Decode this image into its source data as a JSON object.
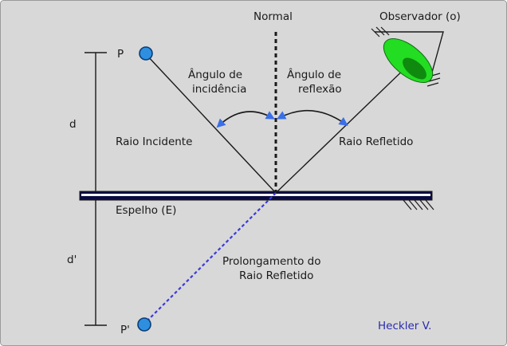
{
  "labels": {
    "normal": "Normal",
    "observer": "Observador (o)",
    "point_p": "P",
    "point_p_prime": "P'",
    "d": "d",
    "d_prime": "d'",
    "angle_incidence_line1": "Ângulo de",
    "angle_incidence_line2": "incidência",
    "angle_reflection_line1": "Ângulo de",
    "angle_reflection_line2": "reflexão",
    "incident_ray": "Raio Incidente",
    "reflected_ray": "Raio Refletido",
    "mirror": "Espelho (E)",
    "extension_line1": "Prolongamento do",
    "extension_line2": "Raio Refletido",
    "credit": "Heckler V."
  },
  "colors": {
    "background": "#d8d8d8",
    "border": "#9a9a9a",
    "line": "#1a1a1a",
    "point_fill": "#2e8fe0",
    "point_stroke": "#0b3c78",
    "dashed_extension": "#3a3ae0",
    "arrow": "#3a6fe8",
    "eye_outer": "#22dd22",
    "eye_inner": "#0f8a0f",
    "mirror_dark": "#0a0a40",
    "mirror_light": "#f2f2f2",
    "credit_text": "#2a2ab0"
  }
}
